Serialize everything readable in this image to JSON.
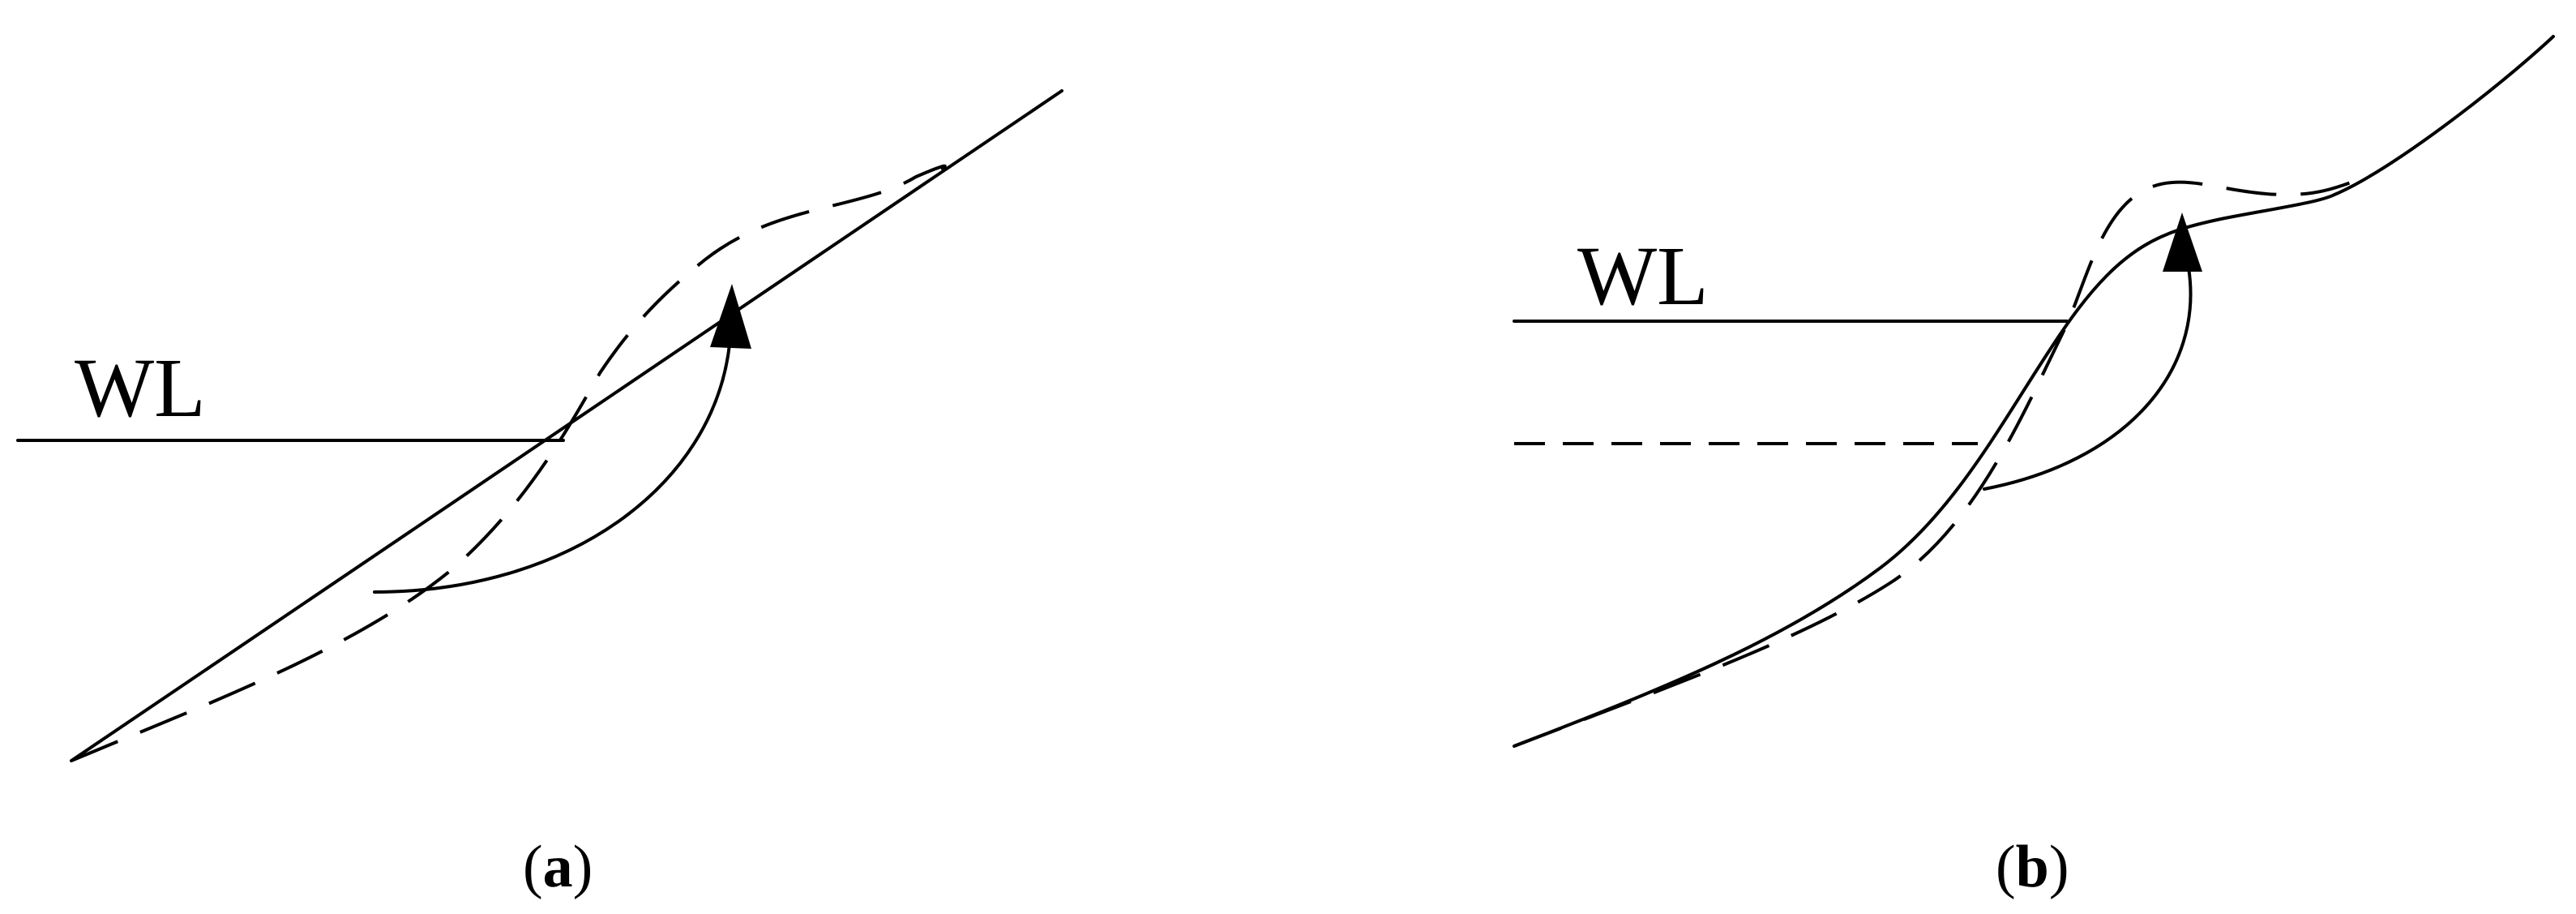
{
  "panels": [
    {
      "water_level_label": "WL",
      "caption_open": "(",
      "caption_letter": "a",
      "caption_close": ")"
    },
    {
      "water_level_label": "WL",
      "caption_open": "(",
      "caption_letter": "b",
      "caption_close": ")"
    }
  ],
  "colors": {
    "line": "#000000",
    "background": "#ffffff"
  }
}
